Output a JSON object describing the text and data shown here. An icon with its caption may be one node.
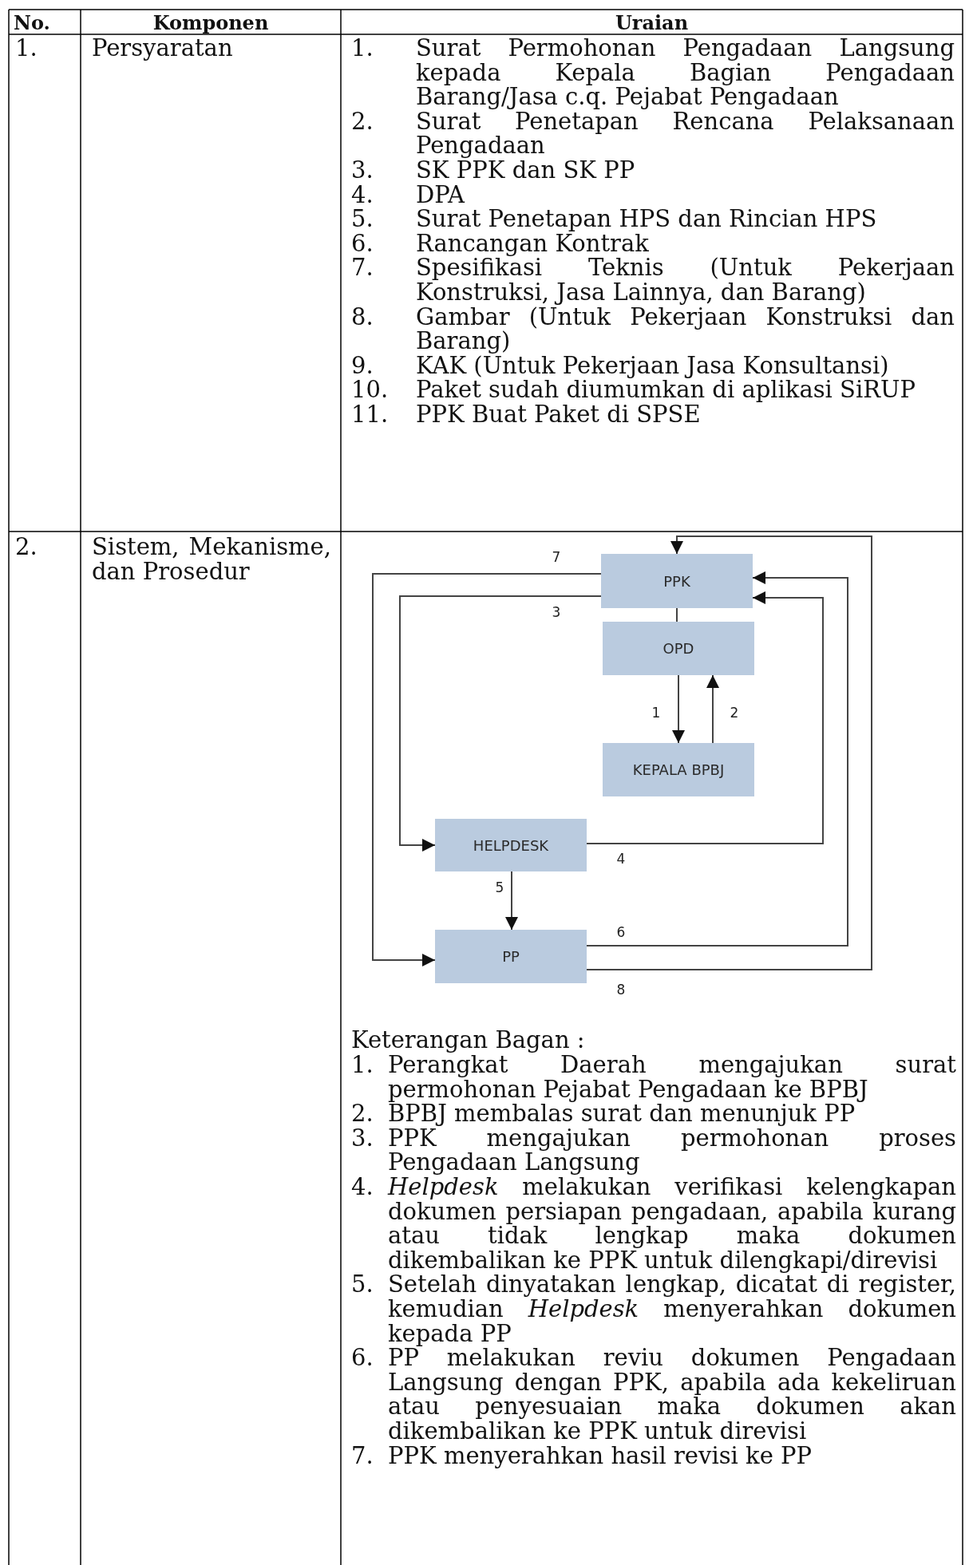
{
  "diagram": {
    "nodes": [
      {
        "text": [
          "PPK"
        ]
      },
      {
        "text": [
          "OPD"
        ]
      },
      {
        "text": [
          "KEPALA BPBJ"
        ]
      },
      {
        "text": [
          "HELPDESK"
        ]
      },
      {
        "text": [
          "PP"
        ]
      }
    ],
    "edges": [
      {
        "from": 0,
        "to": 1,
        "arrow": "none"
      },
      {
        "from": 1,
        "to": 2,
        "arrow": "to",
        "label": "1"
      },
      {
        "from": 2,
        "to": 1,
        "arrow": "to",
        "label": "2"
      },
      {
        "from": 0,
        "to": 3,
        "arrow": "to",
        "label": "3"
      },
      {
        "from": 3,
        "to": 0,
        "arrow": "to",
        "label": "4"
      },
      {
        "from": 3,
        "to": 4,
        "arrow": "to",
        "label": "5"
      },
      {
        "from": 4,
        "to": 0,
        "arrow": "to",
        "label": "6"
      },
      {
        "from": 0,
        "to": 4,
        "arrow": "to",
        "label": "7"
      },
      {
        "from": 4,
        "to": 0,
        "arrow": "to",
        "label": "8"
      }
    ],
    "labels": [
      "No.",
      "Komponen",
      "Uraian",
      "1.",
      "Persyaratan",
      "1.",
      "Surat Permohonan Pengadaan Langsung kepada Kepala Bagian Pengadaan Barang/Jasa c.q. Pejabat Pengadaan",
      "2.",
      "Surat Penetapan Rencana Pelaksanaan Pengadaan",
      "3.",
      "SK PPK dan SK PP",
      "4.",
      "DPA",
      "5.",
      "Surat Penetapan HPS dan Rincian HPS",
      "6.",
      "Rancangan Kontrak",
      "7.",
      "Spesifikasi Teknis (Untuk Pekerjaan Konstruksi, Jasa Lainnya, dan Barang)",
      "8.",
      "Gambar (Untuk Pekerjaan Konstruksi dan Barang)",
      "9.",
      "KAK (Untuk Pekerjaan Jasa Konsultansi)",
      "10.",
      "Paket sudah diumumkan di aplikasi SiRUP",
      "11.",
      "PPK Buat Paket di SPSE",
      "2.",
      "Sistem, Mekanisme, dan Prosedur",
      "Keterangan Bagan :",
      "1.",
      "Perangkat Daerah mengajukan surat permohonan Pejabat Pengadaan ke BPBJ",
      "2.",
      "BPBJ membalas surat dan menunjuk PP",
      "3.",
      "PPK mengajukan permohonan proses Pengadaan Langsung",
      "4.",
      "*Helpdesk* melakukan verifikasi kelengkapan dokumen persiapan pengadaan, apabila kurang atau tidak lengkap maka dokumen dikembalikan ke PPK untuk dilengkapi/direvisi",
      "5.",
      "Setelah dinyatakan lengkap, dicatat di register, kemudian *Helpdesk* menyerahkan dokumen kepada PP",
      "6.",
      "PP melakukan reviu dokumen Pengadaan Langsung dengan PPK, apabila ada kekeliruan atau penyesuaian maka dokumen akan dikembalikan ke PPK untuk direvisi",
      "7.",
      "PPK menyerahkan hasil revisi ke PP"
    ]
  }
}
